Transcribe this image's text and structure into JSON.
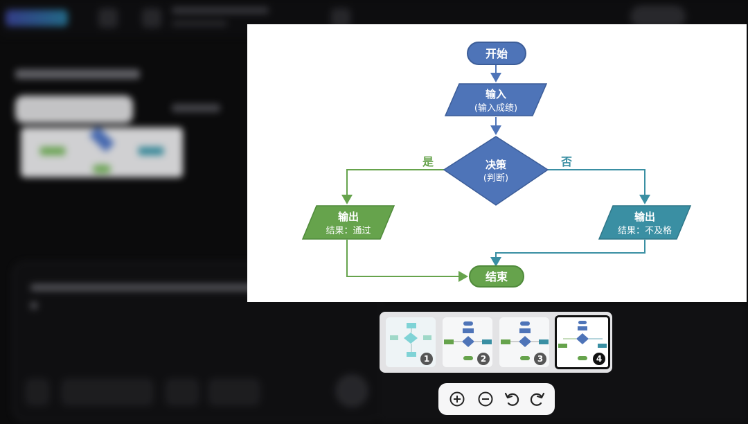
{
  "flowchart": {
    "start": "开始",
    "input_title": "输入",
    "input_sub": "(输入成绩)",
    "decision_title": "决策",
    "decision_sub": "(判断)",
    "yes": "是",
    "no": "否",
    "output_pass_title": "输出",
    "output_pass_sub": "结果：通过",
    "output_fail_title": "输出",
    "output_fail_sub": "结果：不及格",
    "end": "结束"
  },
  "thumbnails": [
    {
      "number": "1",
      "active": false
    },
    {
      "number": "2",
      "active": false
    },
    {
      "number": "3",
      "active": false
    },
    {
      "number": "4",
      "active": true
    }
  ],
  "controls": {
    "zoom_in": "zoom-in-icon",
    "zoom_out": "zoom-out-icon",
    "rotate_left": "rotate-left-icon",
    "rotate_right": "rotate-right-icon"
  },
  "colors": {
    "blue": "#4e74b8",
    "green": "#66a34c",
    "teal": "#3a8fa3",
    "background": "#0b0b0c"
  }
}
